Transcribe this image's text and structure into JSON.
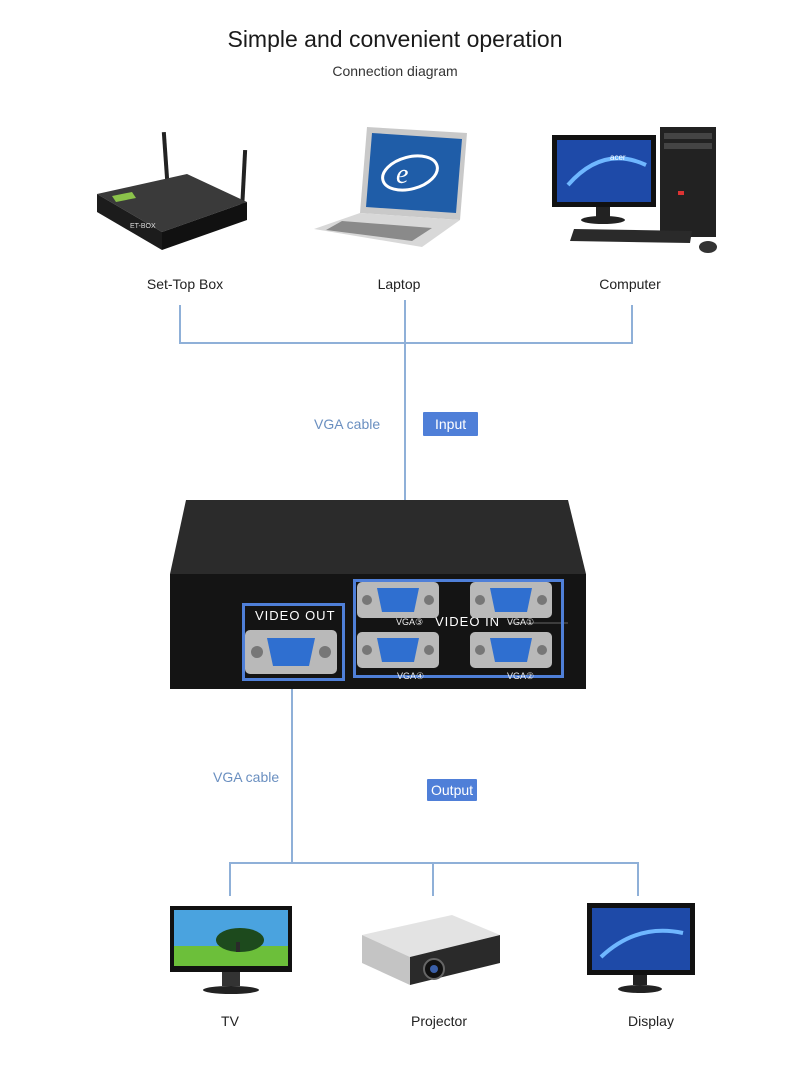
{
  "header": {
    "title": "Simple and convenient operation",
    "subtitle": "Connection diagram"
  },
  "inputs": [
    {
      "label": "Set-Top Box",
      "icon": "set-top-box-icon"
    },
    {
      "label": "Laptop",
      "icon": "laptop-icon"
    },
    {
      "label": "Computer",
      "icon": "desktop-computer-icon"
    }
  ],
  "input_cable_label": "VGA cable",
  "input_tag": "Input",
  "splitter": {
    "out_label": "VIDEO OUT",
    "in_label": "VIDEO IN",
    "ports": [
      "VGA③",
      "VGA①",
      "VGA④",
      "VGA②"
    ]
  },
  "output_cable_label": "VGA cable",
  "output_tag": "Output",
  "outputs": [
    {
      "label": "TV",
      "icon": "tv-icon"
    },
    {
      "label": "Projector",
      "icon": "projector-icon"
    },
    {
      "label": "Display",
      "icon": "display-monitor-icon"
    }
  ],
  "colors": {
    "line": "#8fb0d8",
    "highlight": "#4f7fd8",
    "port_blue": "#2f6fd0",
    "device_body": "#1b1b1b"
  }
}
